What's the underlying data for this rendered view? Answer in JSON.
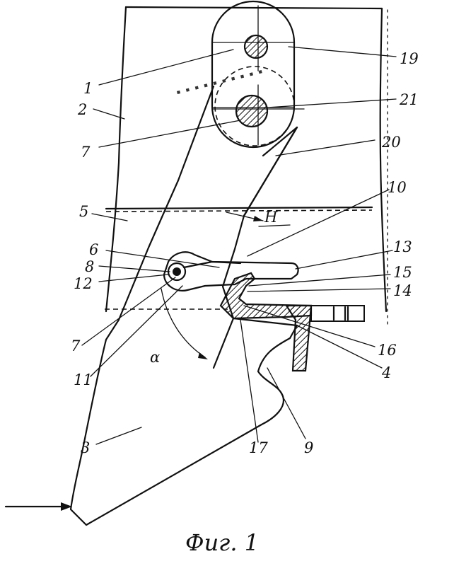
{
  "figure": {
    "caption": "Фиг. 1",
    "labels": {
      "l1": "1",
      "l2": "2",
      "l3": "3",
      "l4": "4",
      "l5": "5",
      "l6": "6",
      "l7a": "7",
      "l7b": "7",
      "l8": "8",
      "l9": "9",
      "l10": "10",
      "l11": "11",
      "l12": "12",
      "l13": "13",
      "l14": "14",
      "l15": "15",
      "l16": "16",
      "l17": "17",
      "l19": "19",
      "l20": "20",
      "l21": "21",
      "H": "H",
      "alpha": "α"
    }
  }
}
